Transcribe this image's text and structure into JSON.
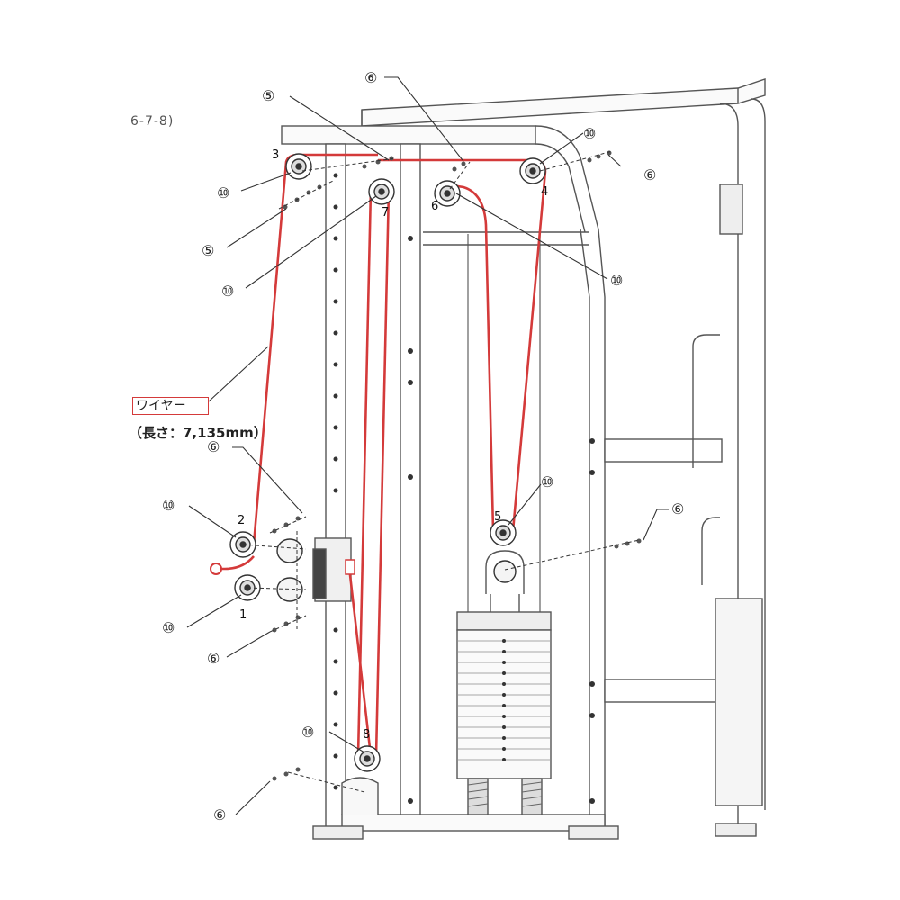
{
  "page_ref": "6-7-8)",
  "wire": {
    "label": "ワイヤー",
    "length_text": "（長さ：7,135mm）",
    "color": "#d43a3a"
  },
  "callouts": {
    "part6": "⑥",
    "part5": "⑤",
    "part10": "⑩"
  },
  "pulley_numbers": [
    "1",
    "2",
    "3",
    "4",
    "5",
    "6",
    "7",
    "8"
  ],
  "colors": {
    "frame": "#555555",
    "wire": "#d43a3a",
    "leader": "#333333"
  }
}
